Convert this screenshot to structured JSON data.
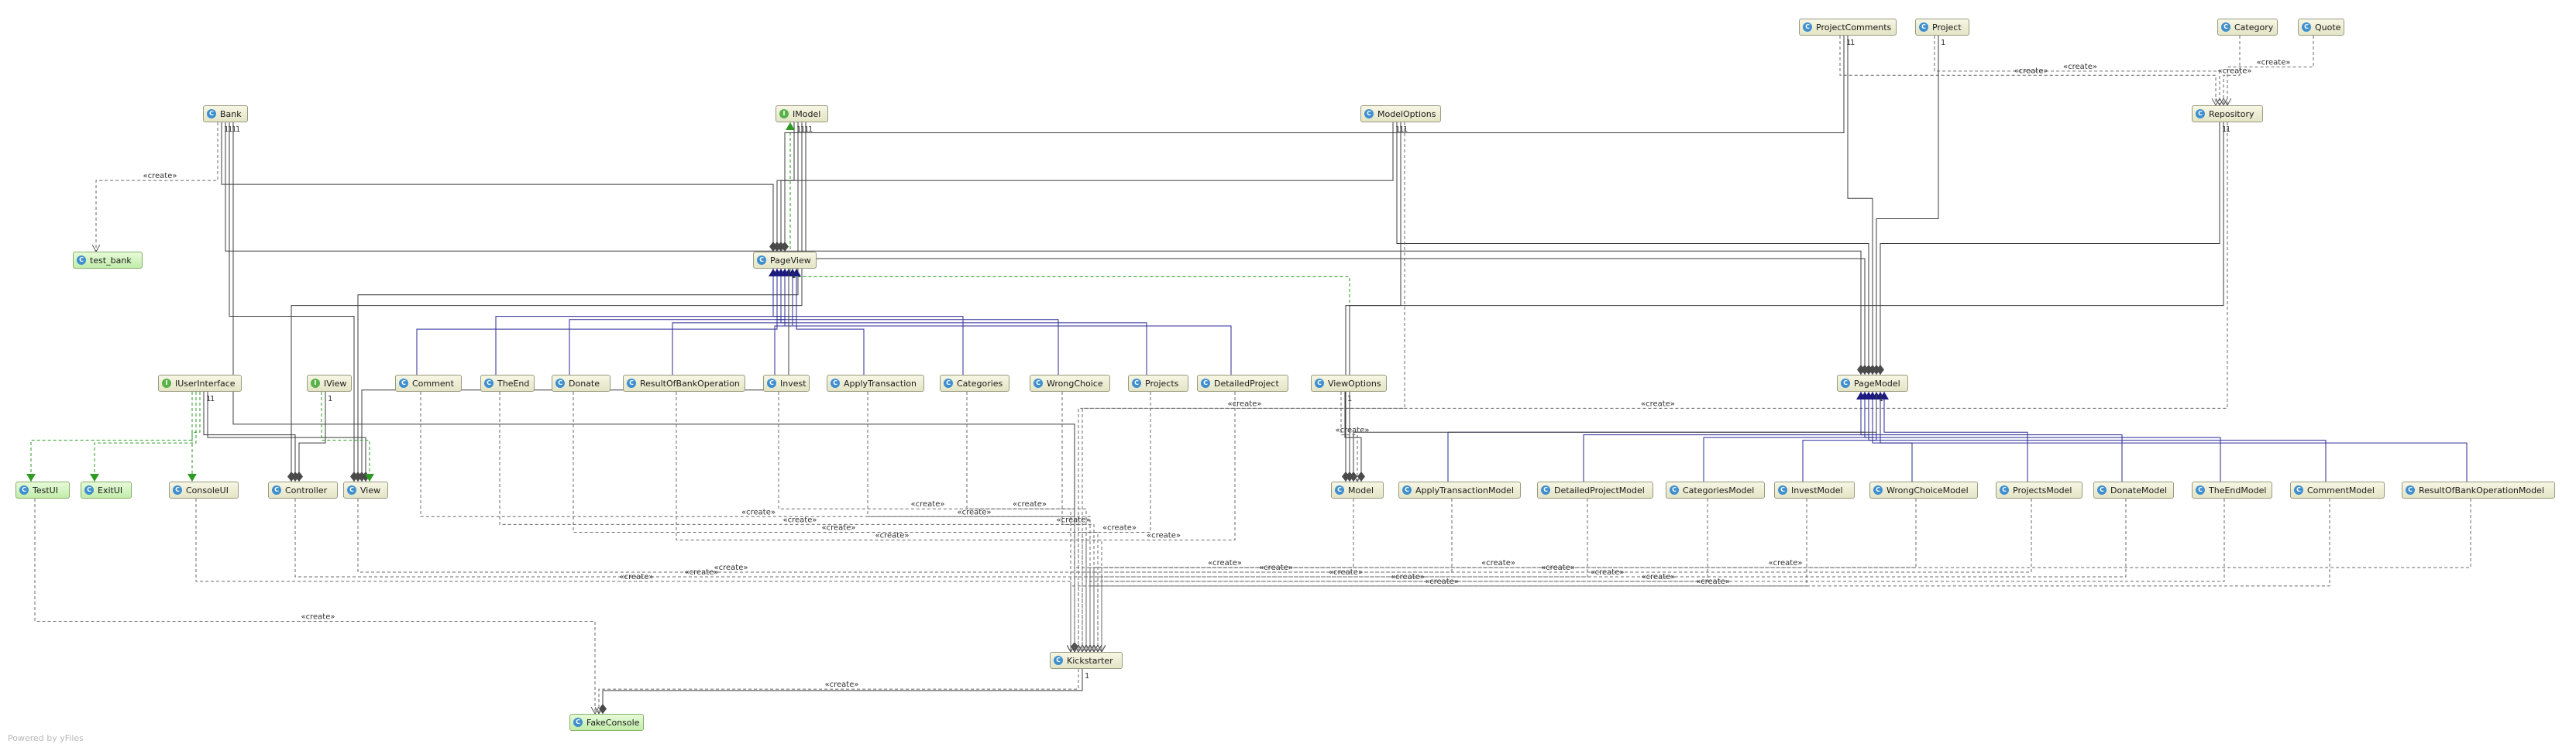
{
  "diagram": {
    "watermark": "Powered by yFiles",
    "nodes": [
      {
        "id": "ProjectComments",
        "label": "ProjectComments",
        "kind": "class",
        "badge": "C"
      },
      {
        "id": "Project",
        "label": "Project",
        "kind": "class",
        "badge": "C"
      },
      {
        "id": "Category",
        "label": "Category",
        "kind": "class",
        "badge": "C"
      },
      {
        "id": "Quote",
        "label": "Quote",
        "kind": "class",
        "badge": "C"
      },
      {
        "id": "Bank",
        "label": "Bank",
        "kind": "class",
        "badge": "C"
      },
      {
        "id": "IModel",
        "label": "IModel",
        "kind": "interface",
        "badge": "I"
      },
      {
        "id": "ModelOptions",
        "label": "ModelOptions",
        "kind": "class",
        "badge": "C"
      },
      {
        "id": "Repository",
        "label": "Repository",
        "kind": "class",
        "badge": "C"
      },
      {
        "id": "test_bank",
        "label": "test_bank",
        "kind": "class",
        "badge": "C",
        "highlight": true
      },
      {
        "id": "PageView",
        "label": "PageView",
        "kind": "class",
        "badge": "C"
      },
      {
        "id": "IUserInterface",
        "label": "IUserInterface",
        "kind": "interface",
        "badge": "I"
      },
      {
        "id": "IView",
        "label": "IView",
        "kind": "interface",
        "badge": "I"
      },
      {
        "id": "Comment",
        "label": "Comment",
        "kind": "class",
        "badge": "C"
      },
      {
        "id": "TheEnd",
        "label": "TheEnd",
        "kind": "class",
        "badge": "C"
      },
      {
        "id": "Donate",
        "label": "Donate",
        "kind": "class",
        "badge": "C"
      },
      {
        "id": "ResultOfBankOperation",
        "label": "ResultOfBankOperation",
        "kind": "class",
        "badge": "C"
      },
      {
        "id": "Invest",
        "label": "Invest",
        "kind": "class",
        "badge": "C"
      },
      {
        "id": "ApplyTransaction",
        "label": "ApplyTransaction",
        "kind": "class",
        "badge": "C"
      },
      {
        "id": "Categories",
        "label": "Categories",
        "kind": "class",
        "badge": "C"
      },
      {
        "id": "WrongChoice",
        "label": "WrongChoice",
        "kind": "class",
        "badge": "C"
      },
      {
        "id": "Projects",
        "label": "Projects",
        "kind": "class",
        "badge": "C"
      },
      {
        "id": "DetailedProject",
        "label": "DetailedProject",
        "kind": "class",
        "badge": "C"
      },
      {
        "id": "ViewOptions",
        "label": "ViewOptions",
        "kind": "class",
        "badge": "C"
      },
      {
        "id": "PageModel",
        "label": "PageModel",
        "kind": "class",
        "badge": "C"
      },
      {
        "id": "TestUI",
        "label": "TestUI",
        "kind": "class",
        "badge": "C",
        "highlight": true
      },
      {
        "id": "ExitUI",
        "label": "ExitUI",
        "kind": "class",
        "badge": "C",
        "highlight": true
      },
      {
        "id": "ConsoleUI",
        "label": "ConsoleUI",
        "kind": "class",
        "badge": "C"
      },
      {
        "id": "Controller",
        "label": "Controller",
        "kind": "class",
        "badge": "C"
      },
      {
        "id": "View",
        "label": "View",
        "kind": "class",
        "badge": "C"
      },
      {
        "id": "Model",
        "label": "Model",
        "kind": "class",
        "badge": "C"
      },
      {
        "id": "ApplyTransactionModel",
        "label": "ApplyTransactionModel",
        "kind": "class",
        "badge": "C"
      },
      {
        "id": "DetailedProjectModel",
        "label": "DetailedProjectModel",
        "kind": "class",
        "badge": "C"
      },
      {
        "id": "CategoriesModel",
        "label": "CategoriesModel",
        "kind": "class",
        "badge": "C"
      },
      {
        "id": "InvestModel",
        "label": "InvestModel",
        "kind": "class",
        "badge": "C"
      },
      {
        "id": "WrongChoiceModel",
        "label": "WrongChoiceModel",
        "kind": "class",
        "badge": "C"
      },
      {
        "id": "ProjectsModel",
        "label": "ProjectsModel",
        "kind": "class",
        "badge": "C"
      },
      {
        "id": "DonateModel",
        "label": "DonateModel",
        "kind": "class",
        "badge": "C"
      },
      {
        "id": "TheEndModel",
        "label": "TheEndModel",
        "kind": "class",
        "badge": "C"
      },
      {
        "id": "CommentModel",
        "label": "CommentModel",
        "kind": "class",
        "badge": "C"
      },
      {
        "id": "ResultOfBankOperationModel",
        "label": "ResultOfBankOperationModel",
        "kind": "class",
        "badge": "C"
      },
      {
        "id": "Kickstarter",
        "label": "Kickstarter",
        "kind": "class",
        "badge": "C"
      },
      {
        "id": "FakeConsole",
        "label": "FakeConsole",
        "kind": "class",
        "badge": "C",
        "highlight": true
      }
    ],
    "edges": [
      {
        "from": "Bank",
        "to": "test_bank",
        "type": "create",
        "label": "«create»"
      },
      {
        "from": "Bank",
        "to": "PageView",
        "type": "association",
        "label": "1"
      },
      {
        "from": "Bank",
        "to": "PageModel",
        "type": "association",
        "label": "1"
      },
      {
        "from": "Bank",
        "to": "View",
        "type": "association",
        "label": "1"
      },
      {
        "from": "Bank",
        "to": "Kickstarter",
        "type": "association",
        "label": "1"
      },
      {
        "from": "IModel",
        "to": "PageView",
        "type": "association",
        "label": "1"
      },
      {
        "from": "IModel",
        "to": "View",
        "type": "association",
        "label": "1"
      },
      {
        "from": "IModel",
        "to": "Controller",
        "type": "association",
        "label": "1"
      },
      {
        "from": "IModel",
        "to": "PageModel",
        "type": "association",
        "label": "1"
      },
      {
        "from": "Model",
        "to": "IModel",
        "type": "realization",
        "label": ""
      },
      {
        "from": "ModelOptions",
        "to": "PageView",
        "type": "association",
        "label": "1"
      },
      {
        "from": "ModelOptions",
        "to": "PageModel",
        "type": "association",
        "label": "1"
      },
      {
        "from": "ModelOptions",
        "to": "Model",
        "type": "association",
        "label": "1"
      },
      {
        "from": "ModelOptions",
        "to": "Kickstarter",
        "type": "create",
        "label": "«create»"
      },
      {
        "from": "ProjectComments",
        "to": "Repository",
        "type": "create",
        "label": "«create»"
      },
      {
        "from": "ProjectComments",
        "to": "PageView",
        "type": "association",
        "label": "1"
      },
      {
        "from": "ProjectComments",
        "to": "PageModel",
        "type": "association",
        "label": "1"
      },
      {
        "from": "Project",
        "to": "Repository",
        "type": "create",
        "label": "«create»"
      },
      {
        "from": "Project",
        "to": "PageModel",
        "type": "association",
        "label": "1"
      },
      {
        "from": "Category",
        "to": "Repository",
        "type": "create",
        "label": "«create»"
      },
      {
        "from": "Quote",
        "to": "Repository",
        "type": "create",
        "label": "«create»"
      },
      {
        "from": "Repository",
        "to": "PageModel",
        "type": "association",
        "label": "1"
      },
      {
        "from": "Repository",
        "to": "Model",
        "type": "association",
        "label": "1"
      },
      {
        "from": "Repository",
        "to": "Kickstarter",
        "type": "create",
        "label": "«create»"
      },
      {
        "from": "PageView",
        "to": "Comment",
        "type": "inheritance",
        "label": ""
      },
      {
        "from": "PageView",
        "to": "TheEnd",
        "type": "inheritance",
        "label": ""
      },
      {
        "from": "PageView",
        "to": "Donate",
        "type": "inheritance",
        "label": ""
      },
      {
        "from": "PageView",
        "to": "ResultOfBankOperation",
        "type": "inheritance",
        "label": ""
      },
      {
        "from": "PageView",
        "to": "Invest",
        "type": "inheritance",
        "label": ""
      },
      {
        "from": "PageView",
        "to": "ApplyTransaction",
        "type": "inheritance",
        "label": ""
      },
      {
        "from": "PageView",
        "to": "Categories",
        "type": "inheritance",
        "label": ""
      },
      {
        "from": "PageView",
        "to": "WrongChoice",
        "type": "inheritance",
        "label": ""
      },
      {
        "from": "PageView",
        "to": "Projects",
        "type": "inheritance",
        "label": ""
      },
      {
        "from": "PageView",
        "to": "DetailedProject",
        "type": "inheritance",
        "label": ""
      },
      {
        "from": "PageView",
        "to": "View",
        "type": "association",
        "label": "1"
      },
      {
        "from": "PageModel",
        "to": "ApplyTransactionModel",
        "type": "inheritance",
        "label": ""
      },
      {
        "from": "PageModel",
        "to": "DetailedProjectModel",
        "type": "inheritance",
        "label": ""
      },
      {
        "from": "PageModel",
        "to": "CategoriesModel",
        "type": "inheritance",
        "label": ""
      },
      {
        "from": "PageModel",
        "to": "InvestModel",
        "type": "inheritance",
        "label": ""
      },
      {
        "from": "PageModel",
        "to": "WrongChoiceModel",
        "type": "inheritance",
        "label": ""
      },
      {
        "from": "PageModel",
        "to": "ProjectsModel",
        "type": "inheritance",
        "label": ""
      },
      {
        "from": "PageModel",
        "to": "DonateModel",
        "type": "inheritance",
        "label": ""
      },
      {
        "from": "PageModel",
        "to": "TheEndModel",
        "type": "inheritance",
        "label": ""
      },
      {
        "from": "PageModel",
        "to": "CommentModel",
        "type": "inheritance",
        "label": ""
      },
      {
        "from": "PageModel",
        "to": "ResultOfBankOperationModel",
        "type": "inheritance",
        "label": ""
      },
      {
        "from": "PageModel",
        "to": "Model",
        "type": "association",
        "label": "1"
      },
      {
        "from": "ViewOptions",
        "to": "Model",
        "type": "create",
        "label": "«create»"
      },
      {
        "from": "ViewOptions",
        "to": "Model",
        "type": "association",
        "label": "1"
      },
      {
        "from": "IUserInterface",
        "to": "TestUI",
        "type": "realization",
        "label": ""
      },
      {
        "from": "IUserInterface",
        "to": "ExitUI",
        "type": "realization",
        "label": ""
      },
      {
        "from": "IUserInterface",
        "to": "ConsoleUI",
        "type": "realization",
        "label": ""
      },
      {
        "from": "IUserInterface",
        "to": "Controller",
        "type": "association",
        "label": "1"
      },
      {
        "from": "IUserInterface",
        "to": "View",
        "type": "association",
        "label": "1"
      },
      {
        "from": "IView",
        "to": "View",
        "type": "realization",
        "label": ""
      },
      {
        "from": "IView",
        "to": "Controller",
        "type": "association",
        "label": "1"
      },
      {
        "from": "Categories",
        "to": "Kickstarter",
        "type": "create",
        "label": "«create»"
      },
      {
        "from": "Comment",
        "to": "Kickstarter",
        "type": "create",
        "label": "«create»"
      },
      {
        "from": "TheEnd",
        "to": "Kickstarter",
        "type": "create",
        "label": "«create»"
      },
      {
        "from": "Donate",
        "to": "Kickstarter",
        "type": "create",
        "label": "«create»"
      },
      {
        "from": "ResultOfBankOperation",
        "to": "Kickstarter",
        "type": "create",
        "label": "«create»"
      },
      {
        "from": "Invest",
        "to": "Kickstarter",
        "type": "create",
        "label": "«create»"
      },
      {
        "from": "ApplyTransaction",
        "to": "Kickstarter",
        "type": "create",
        "label": "«create»"
      },
      {
        "from": "WrongChoice",
        "to": "Kickstarter",
        "type": "create",
        "label": "«create»"
      },
      {
        "from": "Projects",
        "to": "Kickstarter",
        "type": "create",
        "label": "«create»"
      },
      {
        "from": "DetailedProject",
        "to": "Kickstarter",
        "type": "create",
        "label": "«create»"
      },
      {
        "from": "Model",
        "to": "Kickstarter",
        "type": "create",
        "label": "«create»"
      },
      {
        "from": "ApplyTransactionModel",
        "to": "Kickstarter",
        "type": "create",
        "label": "«create»"
      },
      {
        "from": "DetailedProjectModel",
        "to": "Kickstarter",
        "type": "create",
        "label": "«create»"
      },
      {
        "from": "CategoriesModel",
        "to": "Kickstarter",
        "type": "create",
        "label": "«create»"
      },
      {
        "from": "InvestModel",
        "to": "Kickstarter",
        "type": "create",
        "label": "«create»"
      },
      {
        "from": "WrongChoiceModel",
        "to": "Kickstarter",
        "type": "create",
        "label": "«create»"
      },
      {
        "from": "ProjectsModel",
        "to": "Kickstarter",
        "type": "create",
        "label": "«create»"
      },
      {
        "from": "DonateModel",
        "to": "Kickstarter",
        "type": "create",
        "label": "«create»"
      },
      {
        "from": "TheEndModel",
        "to": "Kickstarter",
        "type": "create",
        "label": "«create»"
      },
      {
        "from": "CommentModel",
        "to": "Kickstarter",
        "type": "create",
        "label": "«create»"
      },
      {
        "from": "ResultOfBankOperationModel",
        "to": "Kickstarter",
        "type": "create",
        "label": "«create»"
      },
      {
        "from": "View",
        "to": "Kickstarter",
        "type": "create",
        "label": "«create»"
      },
      {
        "from": "Controller",
        "to": "Kickstarter",
        "type": "create",
        "label": "«create»"
      },
      {
        "from": "ConsoleUI",
        "to": "Kickstarter",
        "type": "create",
        "label": "«create»"
      },
      {
        "from": "TestUI",
        "to": "FakeConsole",
        "type": "create",
        "label": "«create»"
      },
      {
        "from": "Kickstarter",
        "to": "FakeConsole",
        "type": "create",
        "label": "«create»"
      },
      {
        "from": "Kickstarter",
        "to": "FakeConsole",
        "type": "association",
        "label": "1"
      }
    ]
  }
}
